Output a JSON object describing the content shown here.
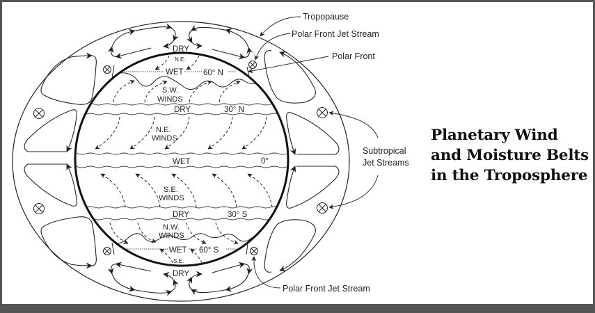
{
  "title": {
    "line1": "Planetary Wind",
    "line2": "and Moisture Belts",
    "line3": "in the Troposphere"
  },
  "callouts": {
    "tropopause": "Tropopause",
    "polar_front_jet_top": "Polar Front Jet Stream",
    "polar_front": "Polar Front",
    "subtropical_line1": "Subtropical",
    "subtropical_line2": "Jet Streams",
    "polar_front_jet_bottom": "Polar Front Jet Stream"
  },
  "belts": {
    "dry_north_pole": "DRY",
    "ne_polar": "N.E.",
    "wet_60n": "WET",
    "lat_60n": "60° N",
    "sw_winds_1": "S.W.",
    "sw_winds_2": "WINDS",
    "dry_30n": "DRY",
    "lat_30n": "30° N",
    "ne_winds_1": "N.E.",
    "ne_winds_2": "WINDS",
    "wet_equator": "WET",
    "lat_0": "0°",
    "se_winds_1": "S.E.",
    "se_winds_2": "WINDS",
    "dry_30s": "DRY",
    "lat_30s": "30° S",
    "nw_winds_1": "N.W.",
    "nw_winds_2": "WINDS",
    "wet_60s": "WET",
    "lat_60s": "60° S",
    "se_polar": "S.E.",
    "dry_south_pole": "DRY"
  },
  "colors": {
    "frame": "#555555",
    "background": "#ffffff",
    "ink": "#222222"
  }
}
